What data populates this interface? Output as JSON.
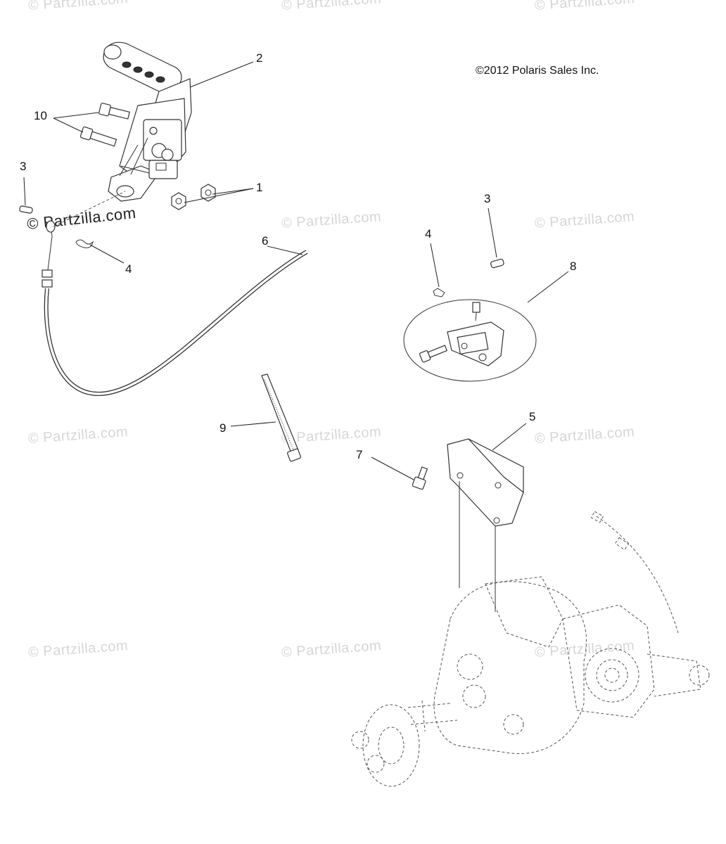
{
  "copyright": "©2012 Polaris Sales Inc.",
  "watermark_text": "© Partzilla.com",
  "callouts": {
    "c1": "1",
    "c2": "2",
    "c3a": "3",
    "c3b": "3",
    "c4a": "4",
    "c4b": "4",
    "c5": "5",
    "c6": "6",
    "c7": "7",
    "c8": "8",
    "c9": "9",
    "c10": "10"
  }
}
